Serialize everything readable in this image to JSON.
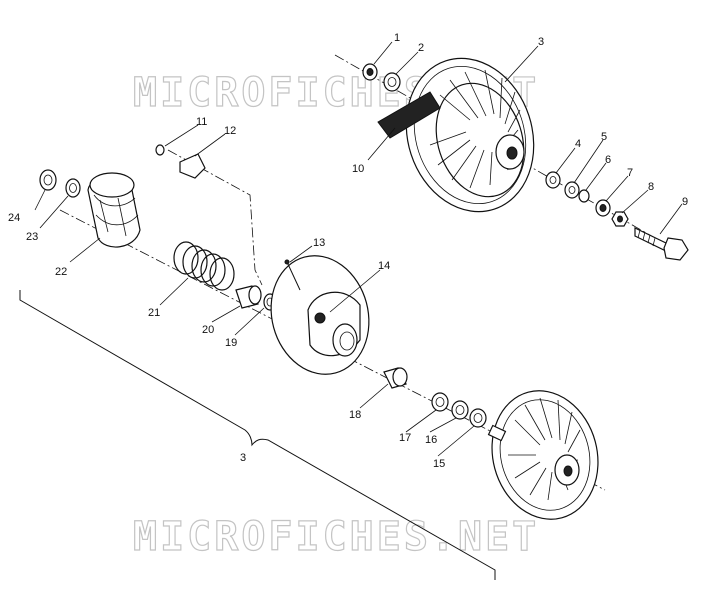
{
  "watermark": {
    "top": "MICROFICHES.NET",
    "bottom": "MICROFICHES.NET"
  },
  "labels": {
    "p1": "1",
    "p2": "2",
    "p3": "3",
    "p4": "4",
    "p5": "5",
    "p6": "6",
    "p7": "7",
    "p8": "8",
    "p9": "9",
    "p10": "10",
    "p11": "11",
    "p12": "12",
    "p13": "13",
    "p14": "14",
    "p15": "15",
    "p16": "16",
    "p17": "17",
    "p18": "18",
    "p19": "19",
    "p20": "20",
    "p21": "21",
    "p22": "22",
    "p23": "23",
    "p24": "24",
    "assembly": "3"
  }
}
